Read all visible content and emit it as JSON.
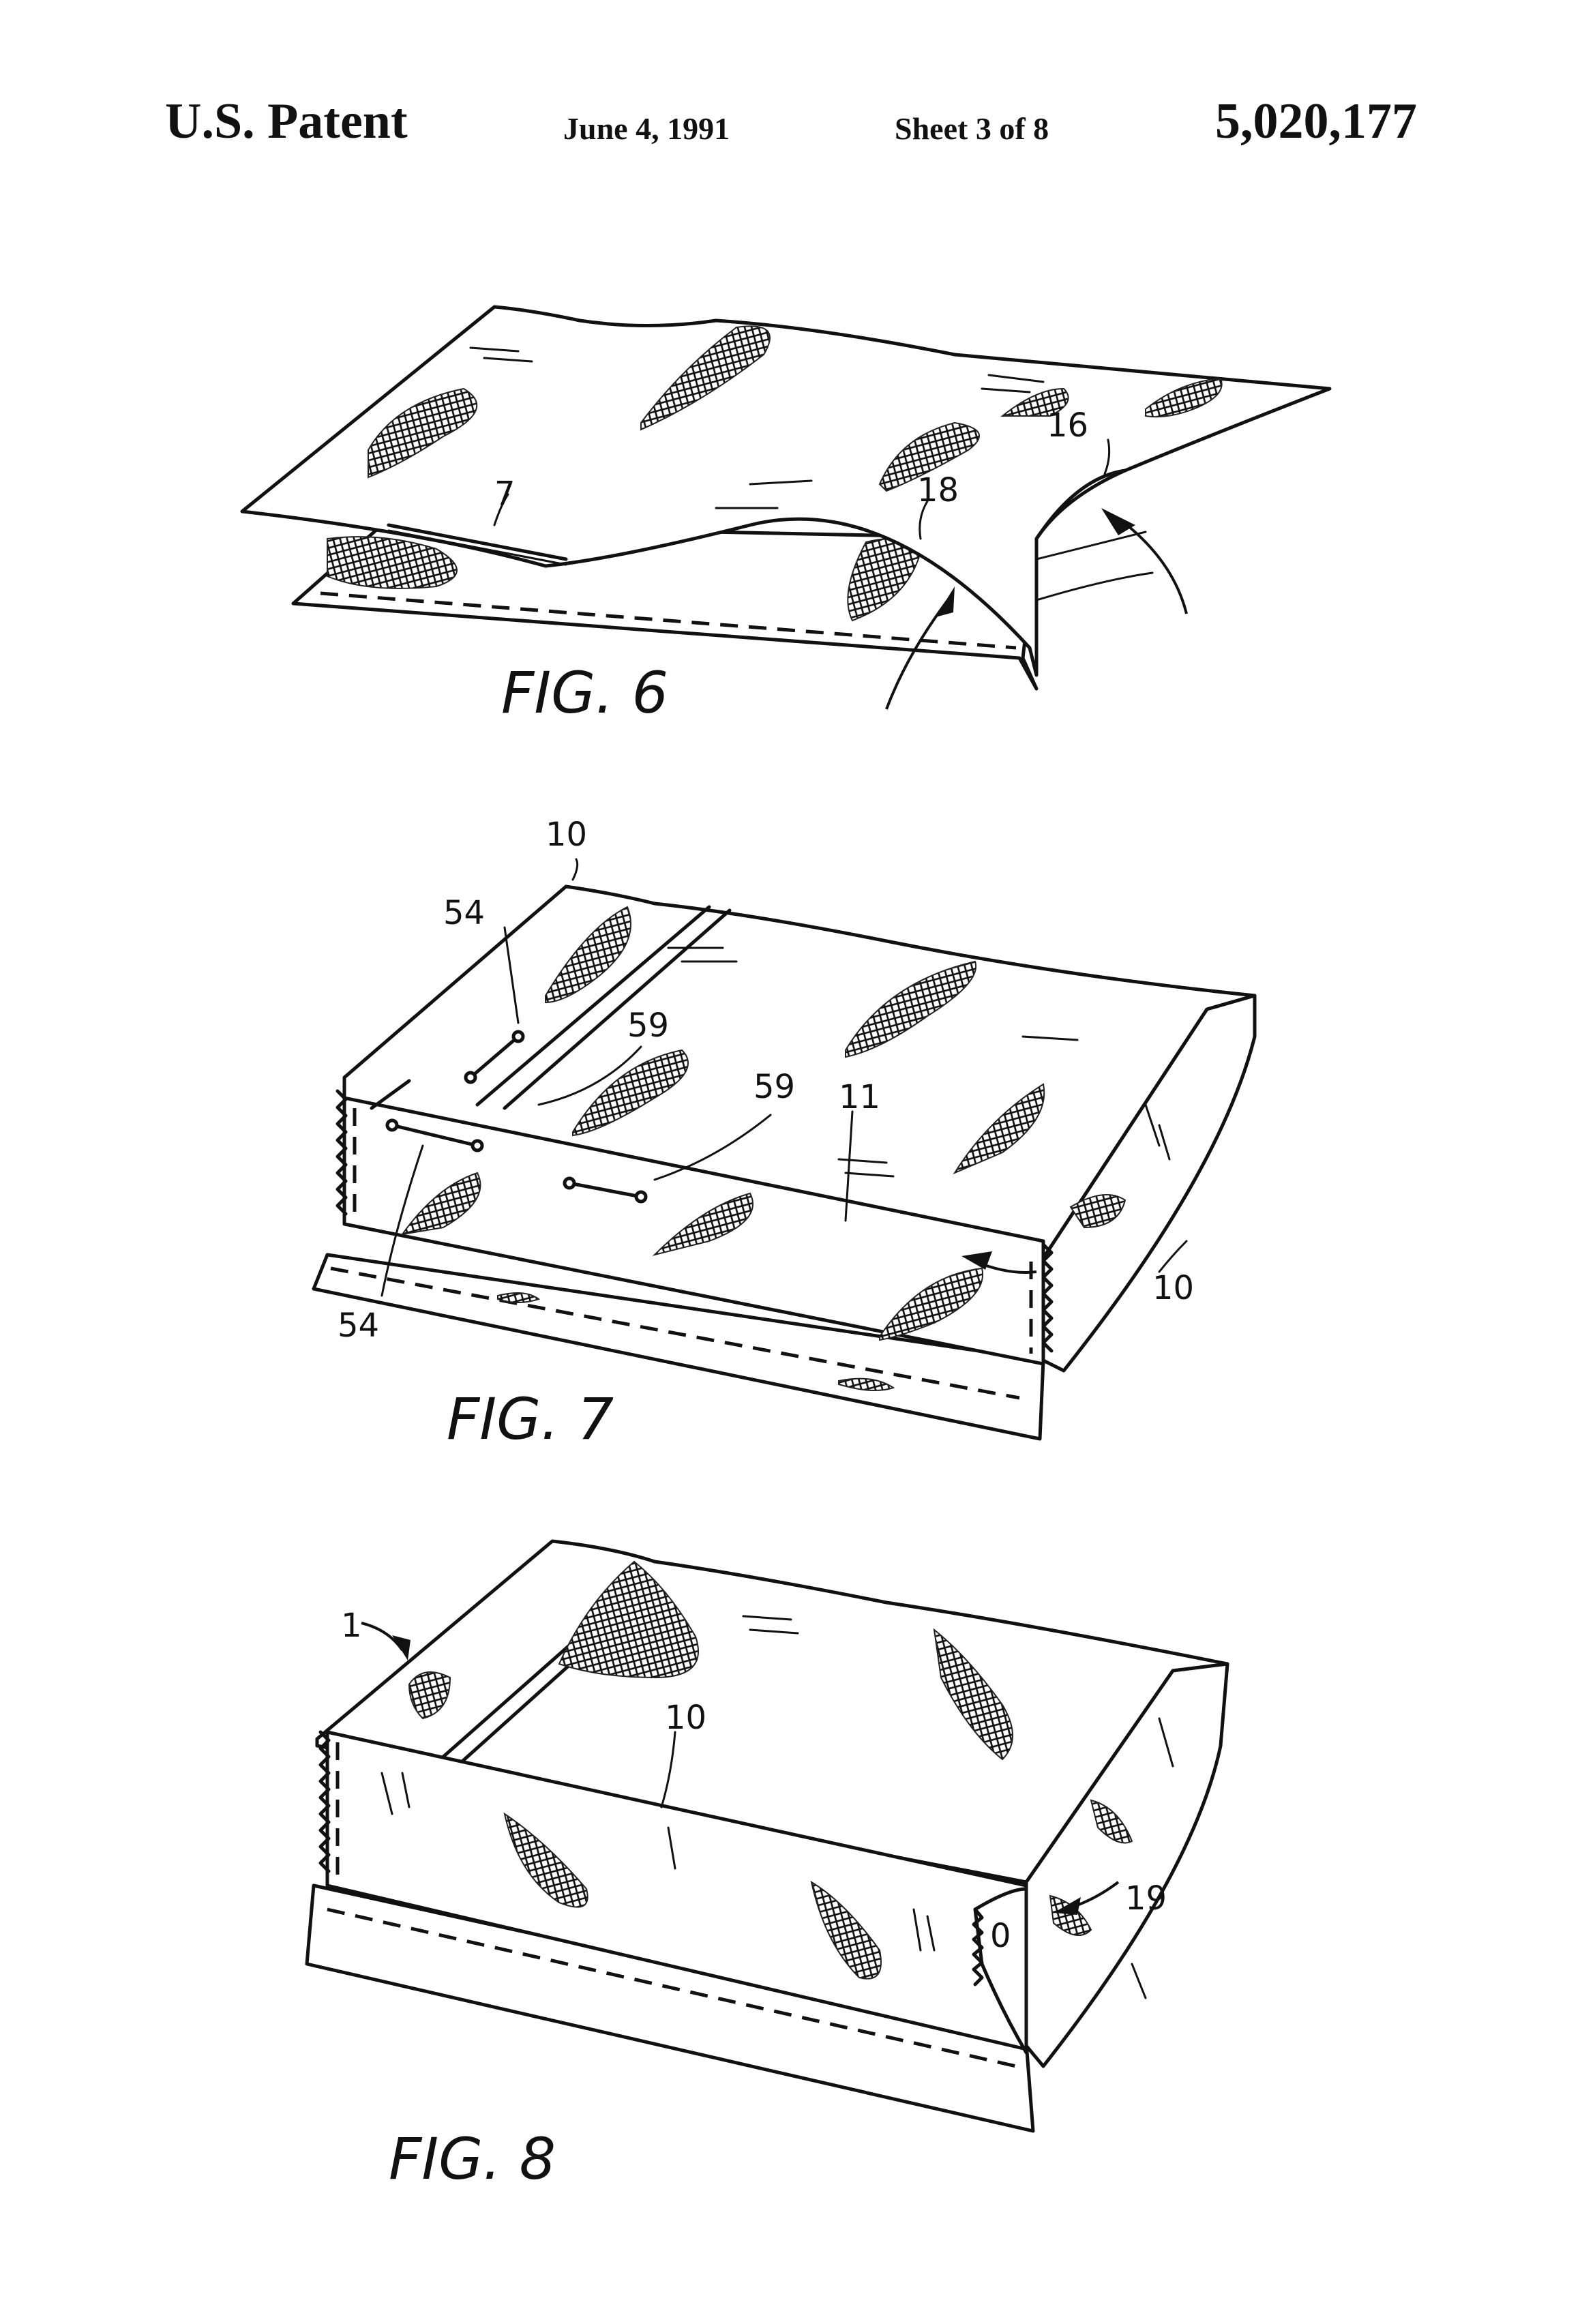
{
  "header": {
    "left": "U.S. Patent",
    "date": "June 4, 1991",
    "sheet": "Sheet 3 of 8",
    "number": "5,020,177"
  },
  "figures": [
    {
      "caption": "FIG. 6",
      "labels": {
        "a": "7",
        "b": "18",
        "c": "16"
      }
    },
    {
      "caption": "FIG. 7",
      "labels": {
        "a": "10",
        "b": "54",
        "c": "59",
        "d": "59",
        "e": "11",
        "f": "10",
        "g": "54"
      }
    },
    {
      "caption": "FIG. 8",
      "labels": {
        "a": "1",
        "b": "10",
        "c": "19",
        "d": "0"
      }
    }
  ]
}
